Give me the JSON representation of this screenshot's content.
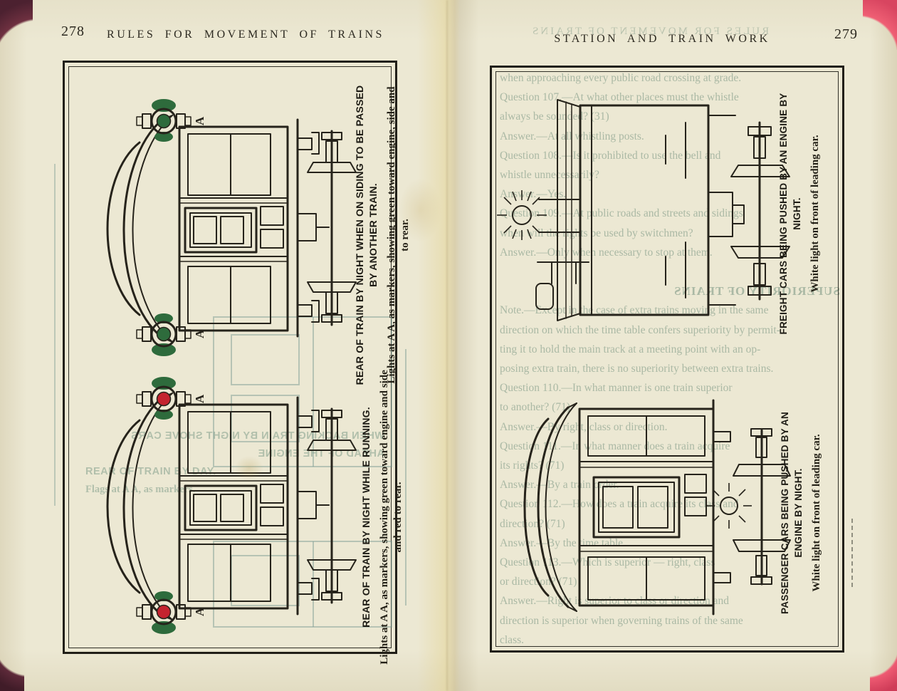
{
  "book": {
    "left_page": {
      "page_number": "278",
      "header": "RULES FOR MOVEMENT OF TRAINS",
      "figures": [
        {
          "heading": "REAR OF TRAIN BY NIGHT WHEN ON SIDING TO BE PASSED BY ANOTHER TRAIN.",
          "subtext": "Lights at A A, as markers, showing green toward engine, side and to rear.",
          "marker_label": "A",
          "lens_color": "#2e6b3c"
        },
        {
          "heading": "REAR OF TRAIN BY NIGHT WHILE RUNNING.",
          "subtext": "Lights at A A, as markers, showing green toward engine and side and red to rear.",
          "marker_label": "A",
          "lens_color": "#c4232f"
        }
      ],
      "bleed_lines": [
        {
          "t": "WHEN BACKING TRAIN BY NIGHT SHOVE CARS",
          "cls": "bold mir"
        },
        {
          "t": "AHEAD OF THE ENGINE",
          "cls": "bold mir"
        },
        {
          "t": "REAR OF TRAIN BY DAY.",
          "cls": "bold"
        },
        {
          "t": "Flags at A A, as markers.",
          "cls": "serif"
        }
      ]
    },
    "right_page": {
      "page_number": "279",
      "header": "STATION AND TRAIN WORK",
      "ghost_header": "RULES FOR MOVEMENT OF TRAINS",
      "figures": [
        {
          "heading": "FREIGHT CARS BEING PUSHED BY AN ENGINE BY NIGHT.",
          "subtext": "White light on front of leading car."
        },
        {
          "heading": "PASSENGER CARS BEING PUSHED BY AN ENGINE BY NIGHT.",
          "subtext": "White light on front of leading car."
        }
      ],
      "bleed_lines": [
        {
          "t": "when approaching every public road crossing at grade."
        },
        {
          "t": "Question 107.—At what other places must the whistle"
        },
        {
          "t": "always be sounded? (31)"
        },
        {
          "t": "Answer.—At all whistling posts."
        },
        {
          "t": "Question 108.—Is it prohibited to use the bell and"
        },
        {
          "t": "whistle unnecessarily?"
        },
        {
          "t": "Answer.—Yes."
        },
        {
          "t": "Question 109.—At public roads and streets and sidings"
        },
        {
          "t": "when will the rights be used by switchmen?"
        },
        {
          "t": "Answer.—Only when necessary to stop at them."
        },
        {
          "t": ""
        },
        {
          "t": "SUPERIORITY OF TRAINS",
          "cls": "mir big"
        },
        {
          "t": "Note.—Except in the case of extra trains moving in the same"
        },
        {
          "t": "direction on which the time table confers superiority by permit-"
        },
        {
          "t": "ting it to hold the main track at a meeting point with an op-"
        },
        {
          "t": "posing extra train, there is no superiority between extra trains."
        },
        {
          "t": "Question 110.—In what manner is one train superior"
        },
        {
          "t": "to another? (71)"
        },
        {
          "t": "Answer.—By right, class or direction."
        },
        {
          "t": "Question 111.—In what manner does a train acquire"
        },
        {
          "t": "its rights? (71)"
        },
        {
          "t": "Answer.—By a train order."
        },
        {
          "t": "Question 112.—How does a train acquire its class and"
        },
        {
          "t": "direction? (71)"
        },
        {
          "t": "Answer.—By the time table."
        },
        {
          "t": "Question 113.—Which is superior — right, class"
        },
        {
          "t": "or direction? (71)"
        },
        {
          "t": "Answer.—Right is superior to class or direction and"
        },
        {
          "t": "direction is superior when governing trains of the same"
        },
        {
          "t": "class."
        }
      ]
    },
    "colors": {
      "ink": "#26231b",
      "lamp_green": "#2e6b3c",
      "lamp_red": "#c4232f",
      "page_cream": "#ece8d3",
      "cover_maroon": "#5e2a3a",
      "cover_pink": "#ee5a72"
    }
  }
}
